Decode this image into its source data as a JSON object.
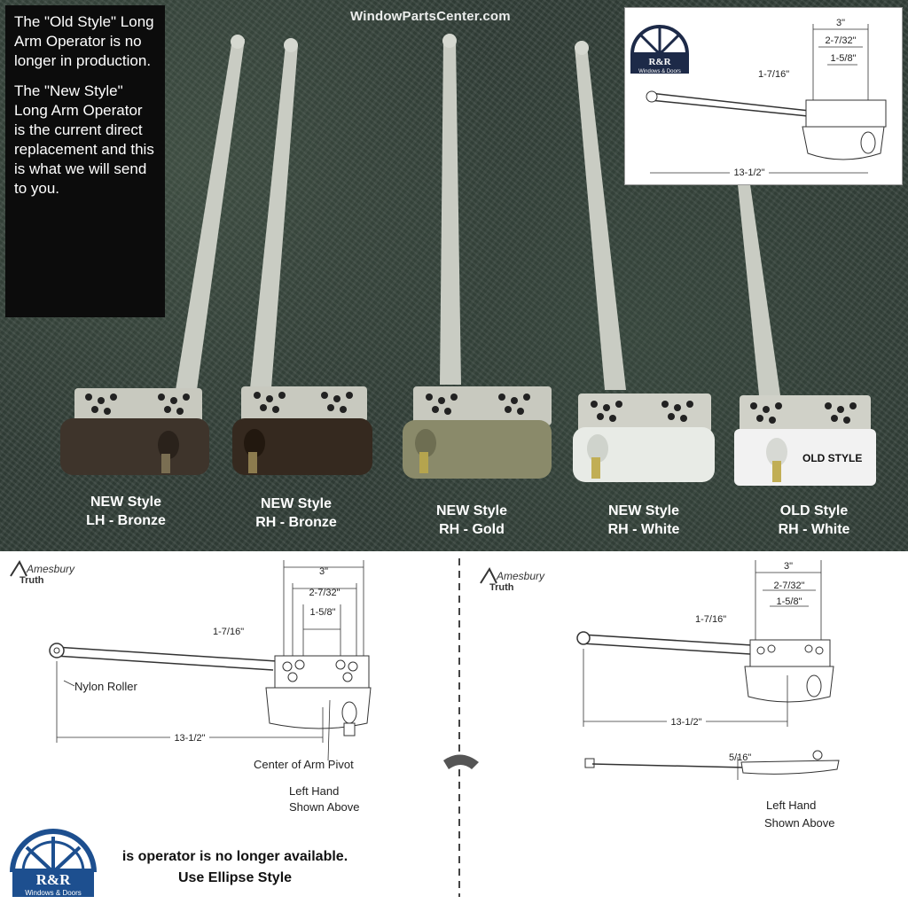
{
  "watermark": "WindowPartsCenter.com",
  "note": {
    "line1": "The \"Old Style\" Long Arm Operator is no longer in production.",
    "line2": "The \"New Style\" Long Arm Operator is the current direct replacement and this is what we will send to you."
  },
  "logo": {
    "initials": "R&R",
    "subtitle": "Windows & Doors"
  },
  "operators": [
    {
      "style": "NEW Style",
      "variant": "LH - Bronze",
      "color": "#3e342b"
    },
    {
      "style": "NEW Style",
      "variant": "RH - Bronze",
      "color": "#35291f"
    },
    {
      "style": "NEW Style",
      "variant": "RH - Gold",
      "color": "#8a8a6a"
    },
    {
      "style": "NEW Style",
      "variant": "RH - White",
      "color": "#e8ebe6"
    },
    {
      "style": "OLD Style",
      "variant": "RH - White",
      "color": "#f2f2f2"
    }
  ],
  "old_style_tag": "OLD STYLE",
  "dimensions": {
    "overall_width": "3\"",
    "width_2": "2-7/32\"",
    "width_3": "1-5/8\"",
    "offset": "1-7/16\"",
    "arm_length": "13-1/2\"",
    "height": "5/16\""
  },
  "left_diagram": {
    "brand_top": "Amesbury",
    "brand_bottom": "Truth",
    "roller_label": "Nylon Roller",
    "pivot_label": "Center of Arm Pivot",
    "hand_line1": "Left Hand",
    "hand_line2": "Shown Above",
    "unavailable_line1": "is operator is no longer available.",
    "unavailable_line2": "Use Ellipse Style"
  },
  "right_diagram": {
    "brand_top": "Amesbury",
    "brand_bottom": "Truth",
    "hand_line1": "Left Hand",
    "hand_line2": "Shown Above"
  }
}
